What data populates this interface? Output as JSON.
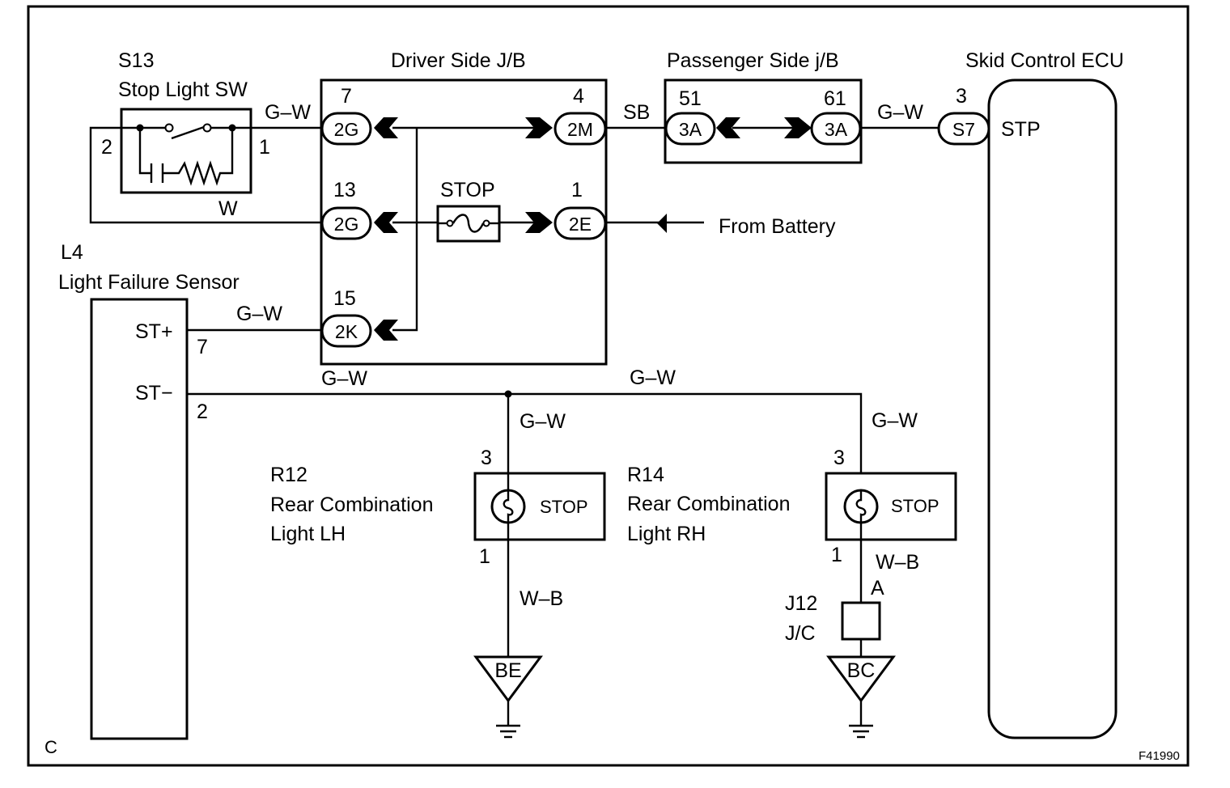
{
  "components": {
    "s13_code": "S13",
    "s13_name": "Stop Light SW",
    "driver_jb": "Driver Side J/B",
    "passenger_jb": "Passenger Side j/B",
    "ecu": "Skid Control ECU",
    "ecu_pin": "STP",
    "l4_code": "L4",
    "l4_name": "Light Failure Sensor",
    "l4_pin_plus": "ST+",
    "l4_pin_minus": "ST−",
    "fuse": "STOP",
    "battery": "From Battery",
    "r12_code": "R12",
    "r12_line1": "Rear Combination",
    "r12_line2": "Light LH",
    "r14_code": "R14",
    "r14_line1": "Rear Combination",
    "r14_line2": "Light RH",
    "lamp_label": "STOP",
    "j12_code": "J12",
    "j12_name": "J/C",
    "j12_pin": "A",
    "ground_be": "BE",
    "ground_bc": "BC",
    "corner_code": "C",
    "figure_id": "F41990"
  },
  "connectors": {
    "c2g_top": "2G",
    "c2g_mid": "2G",
    "c2k": "2K",
    "c2m": "2M",
    "c2e": "2E",
    "c3a_left": "3A",
    "c3a_right": "3A",
    "cs7": "S7"
  },
  "pins": {
    "sw_2": "2",
    "sw_1": "1",
    "p7": "7",
    "p13": "13",
    "p15": "15",
    "p4": "4",
    "p1_fuse": "1",
    "p51": "51",
    "p61": "61",
    "p3_ecu": "3",
    "l4_7": "7",
    "l4_2": "2",
    "r12_3": "3",
    "r12_1": "1",
    "r14_3": "3",
    "r14_1": "1"
  },
  "wires": {
    "sw_out": "G–W",
    "sw_ret": "W",
    "jb_to_pjb": "SB",
    "pjb_to_ecu": "G–W",
    "l4_in": "G–W",
    "bus_left": "G–W",
    "bus_right": "G–W",
    "r12_feed": "G–W",
    "r14_feed": "G–W",
    "r12_gnd": "W–B",
    "r14_gnd": "W–B"
  }
}
